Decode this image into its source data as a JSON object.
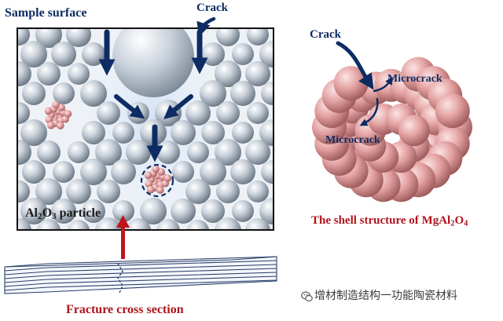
{
  "labels": {
    "sample_surface": "Sample surface",
    "crack_left": "Crack",
    "crack_right": "Crack",
    "microcrack_top": "Microcrack",
    "microcrack_bottom": "Microcrack",
    "al2o3_particle": {
      "a": "Al",
      "a_sub": "2",
      "b": "O",
      "b_sub": "3",
      "c": " particle"
    },
    "shell_structure": {
      "a": "The shell structure of MgAl",
      "a_sub": "2",
      "b": "O",
      "b_sub": "4"
    },
    "fracture_cross_section": "Fracture cross section",
    "watermark": "增材制造结构一功能陶瓷材料"
  },
  "colors": {
    "arrow_navy": "#0d2c63",
    "alumina_grey": "#c9d1da",
    "spinel_pink": "#e4a2a2",
    "fracture_arrow_red": "#c0141c",
    "frame_black": "#111111"
  },
  "icons": [
    "wechat-icon"
  ]
}
